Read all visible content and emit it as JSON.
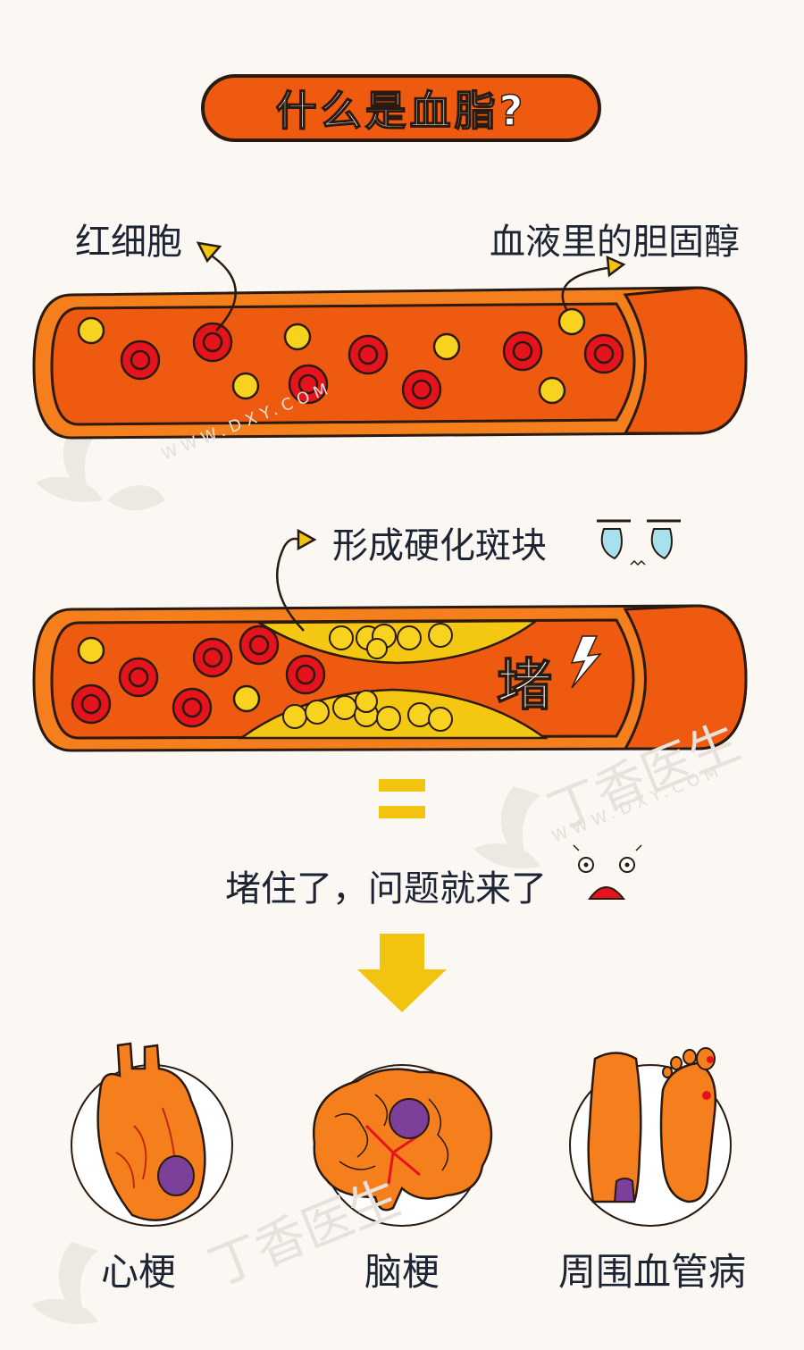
{
  "title": "什么是血脂?",
  "labels": {
    "red_cell": "红细胞",
    "cholesterol": "血液里的胆固醇",
    "plaque": "形成硬化斑块",
    "blocked_char": "堵",
    "problem": "堵住了，问题就来了"
  },
  "outcomes": [
    {
      "label": "心梗"
    },
    {
      "label": "脑梗"
    },
    {
      "label": "周围血管病"
    }
  ],
  "watermark": {
    "brand": "丁香医生",
    "site": "WWW.DXY.COM"
  },
  "colors": {
    "vessel_orange": "#ee5a10",
    "vessel_outer": "#f57f1c",
    "outline": "#2a1a10",
    "red_cell": "#e5131b",
    "cholesterol": "#f7d21e",
    "plaque": "#f3c712",
    "bruise": "#7c3f9a",
    "arrow_yellow": "#f2c40f"
  }
}
